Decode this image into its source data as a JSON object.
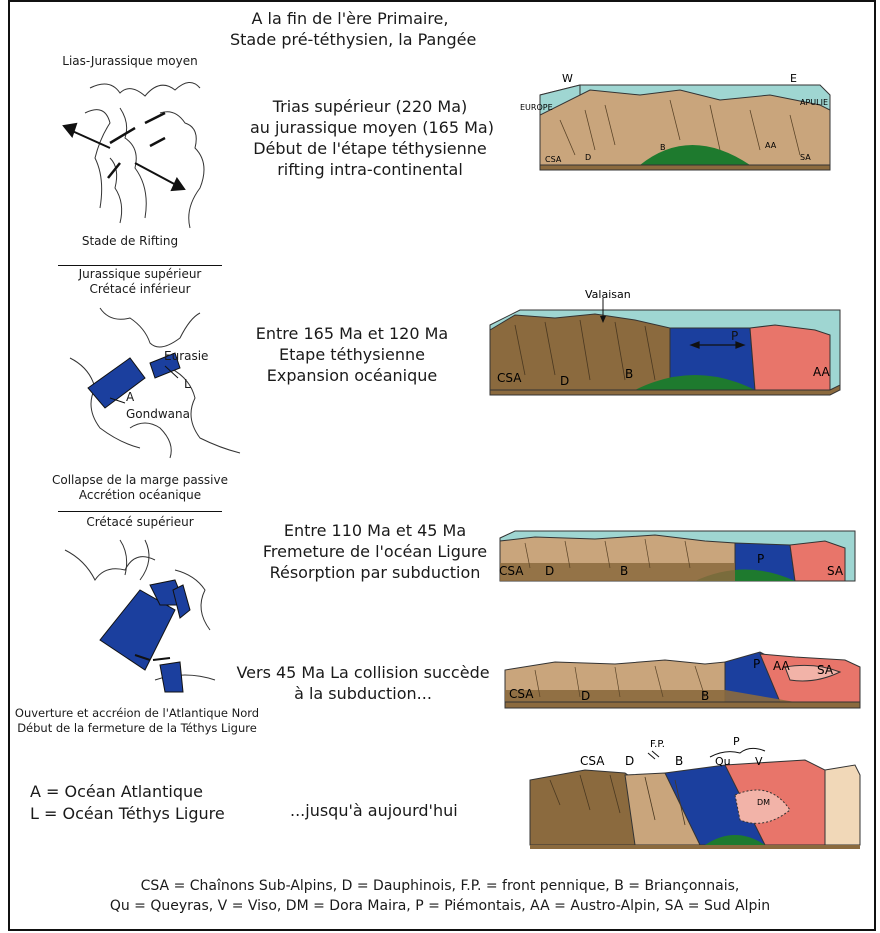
{
  "colors": {
    "sediment_brown": "#8B6A3E",
    "platform_tan": "#C9A57C",
    "ocean_blue": "#1B3F9E",
    "apulia_salmon": "#E8756A",
    "mantle_green": "#1E7A2E",
    "sea_teal": "#9FD6D2"
  },
  "header": {
    "line1": "A la fin de l'ère Primaire,",
    "line2": "Stade pré-téthysien, la Pangée"
  },
  "stage1": {
    "map_title": "Lias-Jurassique moyen",
    "map_caption": "Stade de Rifting",
    "text": [
      "Trias supérieur (220 Ma)",
      "au jurassique moyen (165 Ma)",
      "Début de l'étape téthysienne",
      "rifting intra-continental"
    ],
    "block_labels": {
      "w": "W",
      "e": "E",
      "europe": "EUROPE",
      "apulie": "APULIE",
      "csa": "CSA",
      "d": "D",
      "b": "B",
      "aa": "AA",
      "sa": "SA"
    }
  },
  "stage2": {
    "map_title_1": "Jurassique supérieur",
    "map_title_2": "Crétacé inférieur",
    "map_labels": {
      "eurasie": "Eurasie",
      "l": "L",
      "a": "A",
      "gondwana": "Gondwana"
    },
    "map_caption_1": "Collapse de la marge passive",
    "map_caption_2": "Accrétion océanique",
    "text": [
      "Entre 165 Ma et 120 Ma",
      "Etape téthysienne",
      "Expansion océanique"
    ],
    "block_labels": {
      "valaisan": "Valaisan",
      "csa": "CSA",
      "d": "D",
      "b": "B",
      "p": "P",
      "aa": "AA"
    }
  },
  "stage3": {
    "map_title": "Crétacé supérieur",
    "map_caption_1": "Ouverture et accréion de l'Atlantique Nord",
    "map_caption_2": "Début de la fermeture de la Téthys Ligure",
    "text": [
      "Entre 110 Ma et 45 Ma",
      "Fremeture de l'océan Ligure",
      "Résorption par subduction"
    ],
    "block_labels": {
      "csa": "CSA",
      "d": "D",
      "b": "B",
      "p": "P",
      "sa": "SA"
    }
  },
  "stage4": {
    "text": [
      "Vers 45 Ma La collision succède",
      "à la subduction..."
    ],
    "block_labels": {
      "csa": "CSA",
      "d": "D",
      "b": "B",
      "p": "P",
      "aa": "AA",
      "sa": "SA"
    }
  },
  "stage5": {
    "text": "...jusqu'à aujourd'hui",
    "block_labels": {
      "csa": "CSA",
      "d": "D",
      "fp": "F.P.",
      "b": "B",
      "p": "P",
      "qu": "Qu",
      "v": "V",
      "dm": "DM"
    }
  },
  "key": {
    "a": "A = Océan Atlantique",
    "l": "L = Océan Téthys Ligure"
  },
  "legend": {
    "line1": "CSA = Chaînons Sub-Alpins,   D = Dauphinois, F.P. = front pennique, B = Briançonnais,",
    "line2": "Qu = Queyras, V = Viso, DM = Dora Maira, P = Piémontais, AA = Austro-Alpin,  SA = Sud Alpin"
  }
}
